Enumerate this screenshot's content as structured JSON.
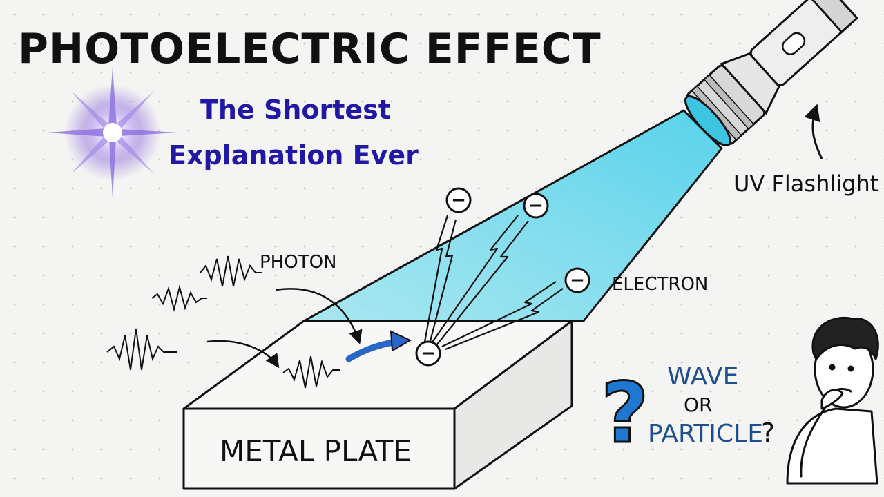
{
  "title": "PHOTOELECTRIC EFFECT",
  "subtitle_line1": "The Shortest",
  "subtitle_line2": "Explanation Ever",
  "labels": {
    "flashlight": "UV Flashlight",
    "photon": "PHOTON",
    "electron": "ELECTRON",
    "plate": "METAL PLATE",
    "wave": "WAVE",
    "or": "OR",
    "particle": "PARTICLE",
    "question_mark": "?",
    "electron_symbol": "−"
  },
  "colors": {
    "title": "#111111",
    "subtitle": "#2218a6",
    "beam": "#5dd3e8",
    "question": "#1e78d2",
    "wave_text": "#1f4e8c",
    "photon_arrow": "#2a66c8"
  },
  "icons": [
    "sparkle-icon",
    "flashlight-icon",
    "photon-wave-icon",
    "electron-icon",
    "question-mark-icon",
    "thinking-person-icon"
  ]
}
